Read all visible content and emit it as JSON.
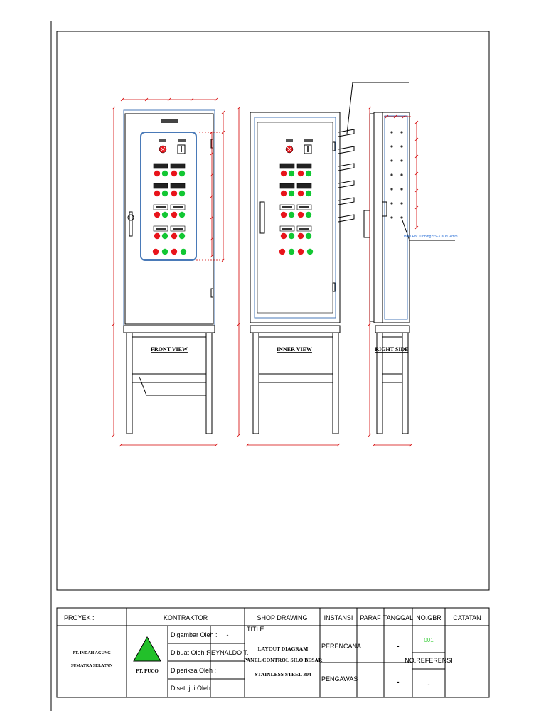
{
  "drawing": {
    "views": {
      "front": "FRONT VIEW",
      "inner": "INNER VIEW",
      "right": "RIGHT SIDE"
    },
    "callout_hole": "Hole For Tubbing SS-316 Ø14mm"
  },
  "title_block": {
    "headers": {
      "proyek": "PROYEK :",
      "kontraktor": "KONTRAKTOR",
      "shop_drawing": "SHOP DRAWING",
      "instansi": "INSTANSI",
      "paraf": "PARAF",
      "tanggal": "TANGGAL",
      "no_gbr": "NO.GBR",
      "catatan": "CATATAN"
    },
    "project_line1": "PT. INDAH AGUNG",
    "project_line2": "SUMATRA SELATAN",
    "company": "PT. PUCO",
    "roles": {
      "digambar": "Digambar Oleh :",
      "dibuat": "Dibuat Oleh :",
      "diperiksa": "Diperiksa Oleh :",
      "disetujui": "Disetujui Oleh :"
    },
    "values": {
      "digambar": "-",
      "dibuat": "REYNALDO T."
    },
    "title_label": "TITLE :",
    "title_line1": "LAYOUT DIAGRAM",
    "title_line2": "PANEL CONTROL SILO BESAR",
    "title_line3": "STAINLESS STEEL 304",
    "instansi_1": "PERENCANA",
    "instansi_2": "PENGAWAS",
    "tanggal_1": "-",
    "tanggal_2": "-",
    "no_gbr_value": "001",
    "no_referensi": "NO.REFERENSI",
    "no_referensi_value": "-"
  },
  "colors": {
    "dimension": "#d40000",
    "panel_blue": "#4a7ab8",
    "lamp_red": "#e8141b",
    "lamp_green": "#12c733",
    "logo_green": "#22c02a",
    "gbr_green": "#3fcf3f"
  }
}
